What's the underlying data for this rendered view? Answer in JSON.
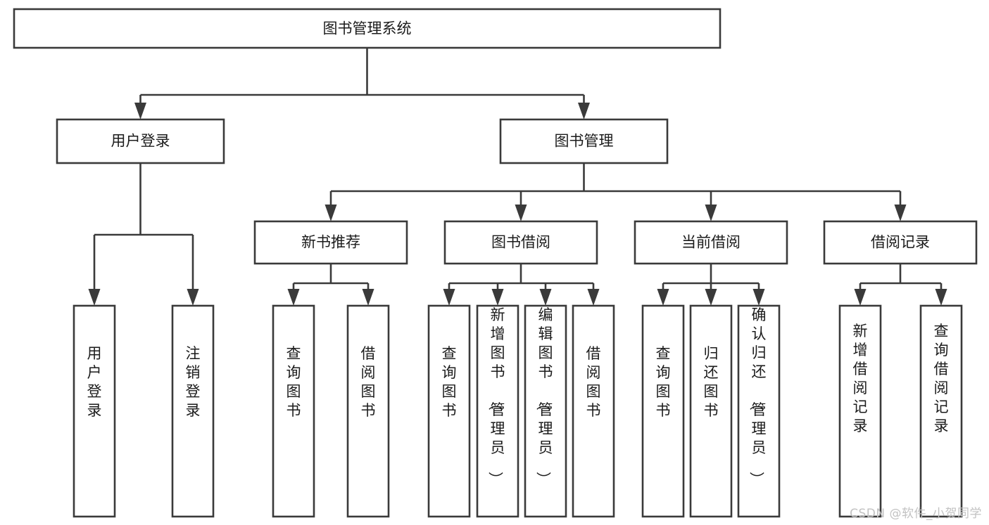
{
  "diagram": {
    "type": "tree-hierarchy-chart",
    "title": "图书管理系统",
    "watermark": "CSDN @软件_小贺同学",
    "colors": {
      "stroke": "#3a3a3a",
      "box_fill": "#ffffff",
      "text": "#1b1b1b",
      "background": "#ffffff",
      "watermark": "#c2c2c2"
    },
    "root": {
      "label": "图书管理系统",
      "orientation": "horizontal"
    },
    "level1": [
      {
        "label": "用户登录",
        "orientation": "horizontal"
      },
      {
        "label": "图书管理",
        "orientation": "horizontal"
      }
    ],
    "level2": [
      {
        "label": "新书推荐",
        "orientation": "horizontal",
        "parent": "图书管理"
      },
      {
        "label": "图书借阅",
        "orientation": "horizontal",
        "parent": "图书管理"
      },
      {
        "label": "当前借阅",
        "orientation": "horizontal",
        "parent": "图书管理"
      },
      {
        "label": "借阅记录",
        "orientation": "horizontal",
        "parent": "图书管理"
      }
    ],
    "leaves": {
      "用户登录": [
        {
          "label": "用户登录",
          "orientation": "vertical"
        },
        {
          "label": "注销登录",
          "orientation": "vertical"
        }
      ],
      "新书推荐": [
        {
          "label": "查询图书",
          "orientation": "vertical"
        },
        {
          "label": "借阅图书",
          "orientation": "vertical"
        }
      ],
      "图书借阅": [
        {
          "label": "查询图书",
          "orientation": "vertical"
        },
        {
          "label": "新增图书（管理员）",
          "orientation": "vertical"
        },
        {
          "label": "编辑图书（管理员）",
          "orientation": "vertical"
        },
        {
          "label": "借阅图书",
          "orientation": "vertical"
        }
      ],
      "当前借阅": [
        {
          "label": "查询图书",
          "orientation": "vertical"
        },
        {
          "label": "归还图书",
          "orientation": "vertical"
        },
        {
          "label": "确认归还（管理员）",
          "orientation": "vertical"
        }
      ],
      "借阅记录": [
        {
          "label": "新增借阅记录",
          "orientation": "vertical"
        },
        {
          "label": "查询借阅记录",
          "orientation": "vertical"
        }
      ]
    }
  }
}
